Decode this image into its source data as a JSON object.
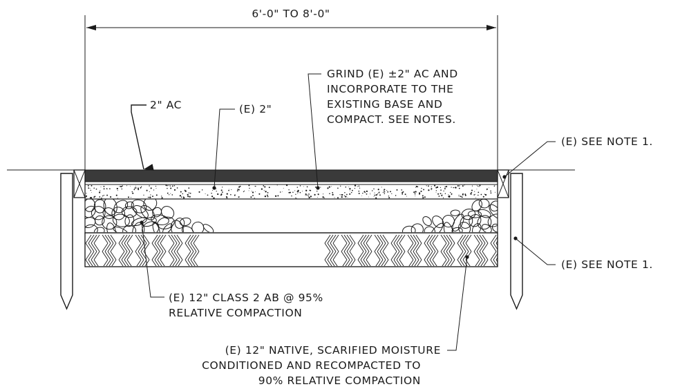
{
  "dimension": {
    "text": "6'-0\" TO 8'-0\""
  },
  "labels": {
    "ac_new": "2\" AC",
    "ac_existing": "(E) 2\"",
    "grind_note": [
      "GRIND (E) ±2\" AC AND",
      "INCORPORATE TO THE",
      "EXISTING BASE AND",
      "COMPACT. SEE NOTES."
    ],
    "curb_note_top": "(E) SEE NOTE 1.",
    "curb_note_bottom": "(E) SEE NOTE 1.",
    "base_note": [
      "(E) 12\" CLASS 2 AB @ 95%",
      "RELATIVE COMPACTION"
    ],
    "native_note": [
      "(E) 12\" NATIVE, SCARIFIED MOISTURE",
      "CONDITIONED AND RECOMPACTED TO",
      "90% RELATIVE COMPACTION"
    ]
  },
  "colors": {
    "ink": "#1a1a1a",
    "asphalt": "#3a3a3a",
    "paper": "#ffffff"
  }
}
